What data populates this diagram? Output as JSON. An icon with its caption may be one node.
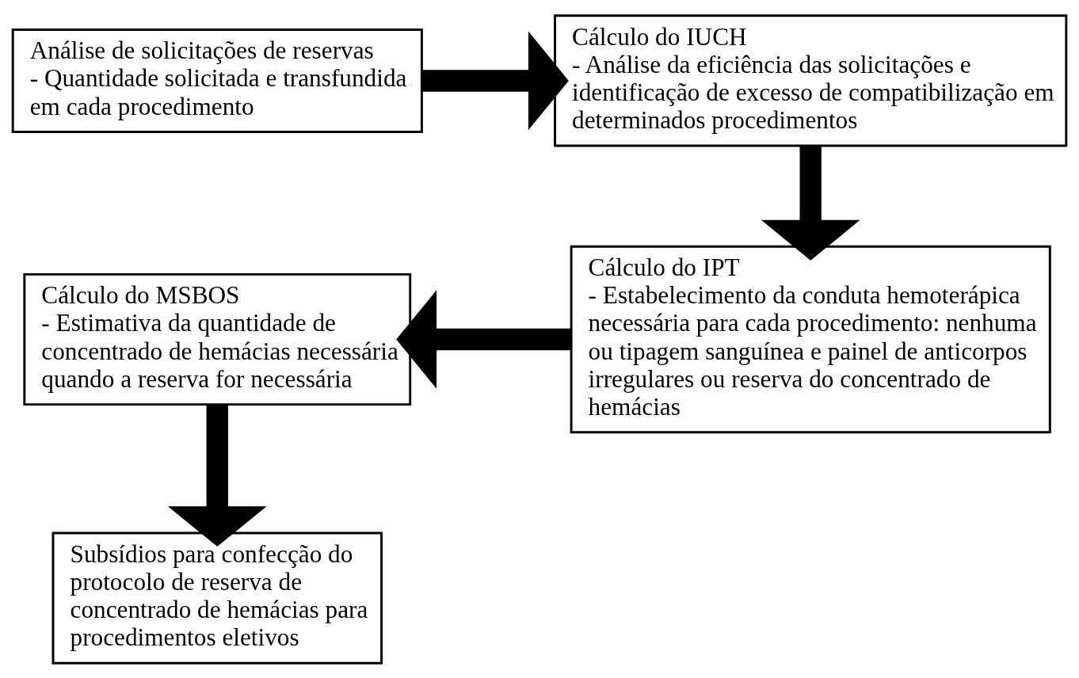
{
  "diagram": {
    "nodes": [
      {
        "text": [
          "Análise de solicitações de reservas",
          "- Quantidade solicitada e transfundida em cada procedimento"
        ]
      },
      {
        "text": [
          "Cálculo do IUCH",
          "- Análise da eficiência das solicitações e identificação de excesso de compatibilização em determinados procedimentos"
        ]
      },
      {
        "text": [
          "Cálculo do IPT",
          "- Estabelecimento da conduta hemoterápica necessária para cada procedimento: nenhuma ou tipagem sanguínea e painel de anticorpos irregulares ou reserva do concentrado de hemácias"
        ]
      },
      {
        "text": [
          "Cálculo do MSBOS",
          "- Estimativa da quantidade de concentrado de hemácias necessária quando a reserva for necessária"
        ]
      },
      {
        "text": [
          "Subsídios para confecção do protocolo de reserva de concentrado de hemácias para procedimentos eletivos"
        ]
      }
    ],
    "edges": [
      {
        "from": 0,
        "to": 1,
        "arrow": "to"
      },
      {
        "from": 1,
        "to": 2,
        "arrow": "to"
      },
      {
        "from": 2,
        "to": 3,
        "arrow": "to"
      },
      {
        "from": 3,
        "to": 4,
        "arrow": "to"
      }
    ]
  }
}
